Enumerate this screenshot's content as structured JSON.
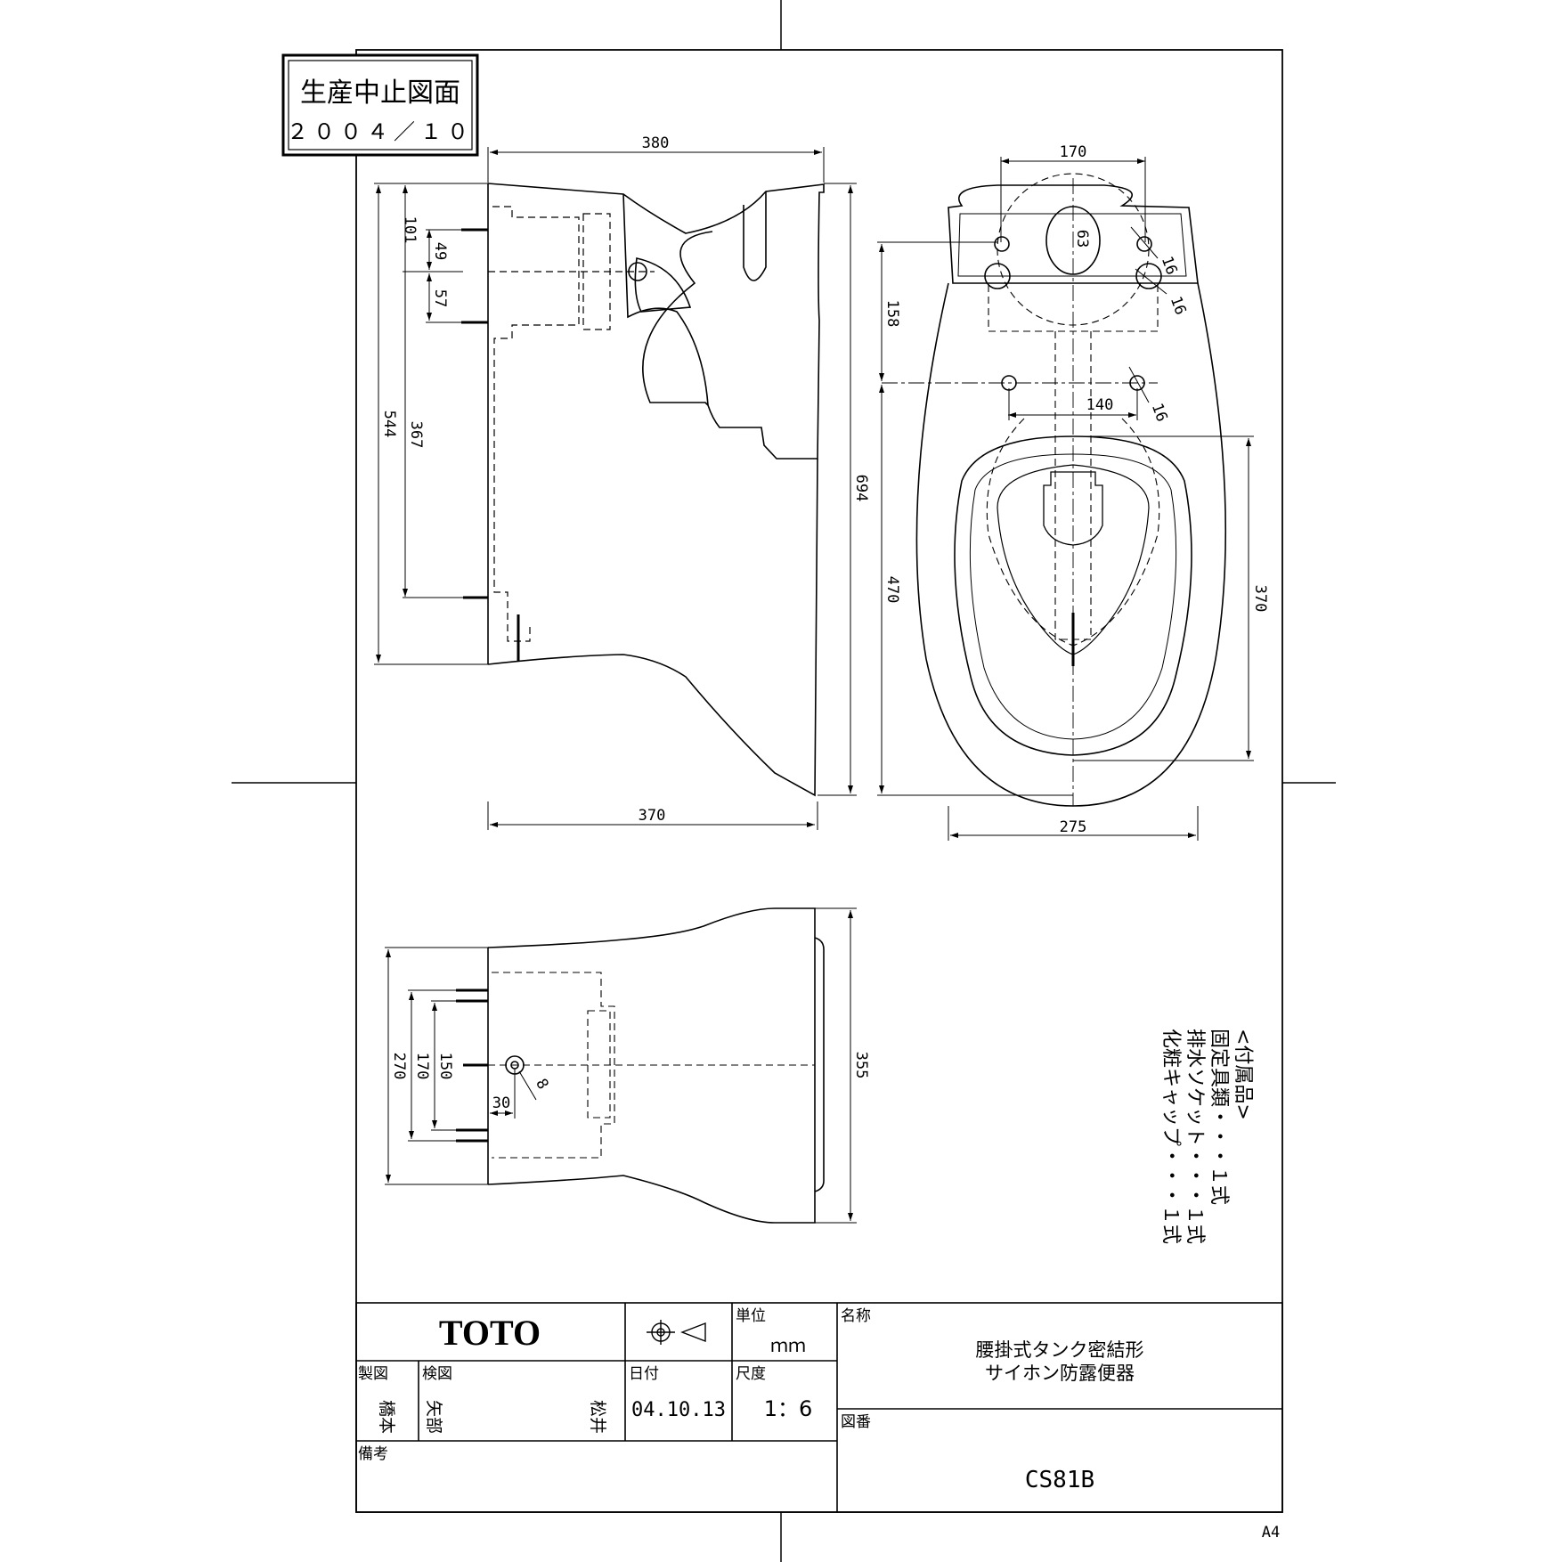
{
  "stamp": {
    "line1": "生産中止図面",
    "line2": "２００４／１０"
  },
  "dimensions": {
    "side_width_top": "380",
    "side_width_bottom": "370",
    "side_101": "101",
    "side_49": "49",
    "side_57": "57",
    "side_544": "544",
    "side_367": "367",
    "side_694": "694",
    "front_170": "170",
    "front_63": "63",
    "front_16a": "16",
    "front_16b": "16",
    "front_16c": "16",
    "front_158": "158",
    "front_140": "140",
    "front_470": "470",
    "front_370": "370",
    "front_275": "275",
    "bottom_270": "270",
    "bottom_170": "170",
    "bottom_150": "150",
    "bottom_30": "30",
    "bottom_8": "8",
    "bottom_355": "355"
  },
  "accessories": {
    "heading": "<付属品>",
    "items": [
      "固定具類・・・１式",
      "排水ソケット・・・１式",
      "化粧キャップ・・・１式"
    ]
  },
  "title_block": {
    "brand": "TOTO",
    "unit_label": "単位",
    "unit_value": "ｍｍ",
    "name_label": "名称",
    "name_line1": "腰掛式タンク密結形",
    "name_line2": "サイホン防露便器",
    "drawn_label": "製図",
    "drawn_by": "橋本",
    "checked_label": "検図",
    "checked_by1": "矢部",
    "checked_by2": "松井",
    "date_label": "日付",
    "date_value": "04.10.13",
    "scale_label": "尺度",
    "scale_value": "1：6",
    "drawing_no_label": "図番",
    "drawing_no": "CS81B",
    "remarks_label": "備考"
  },
  "paper_size": "A4"
}
